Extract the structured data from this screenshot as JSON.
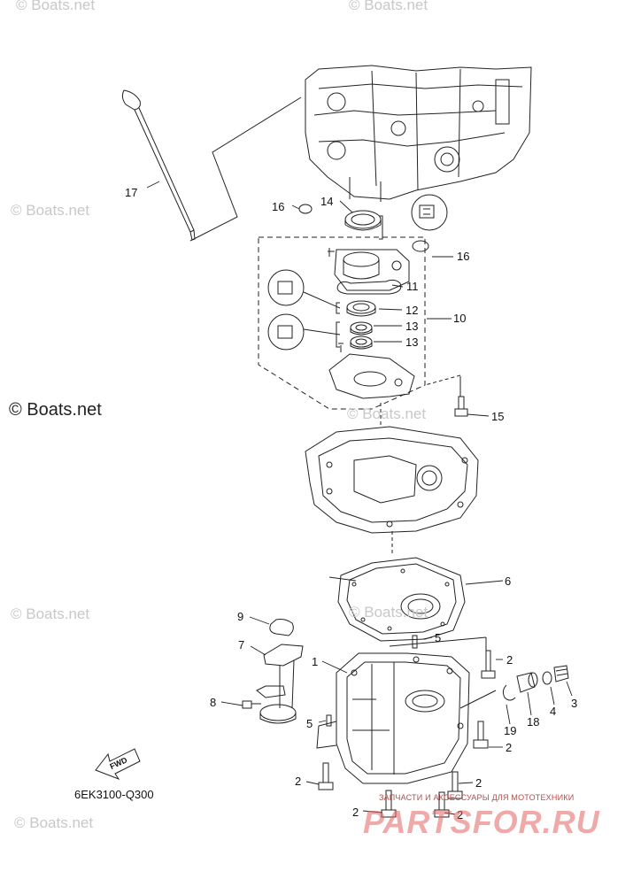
{
  "watermarks": {
    "top": "© Boats.net",
    "upper_mid": "© Boats.net",
    "left_strong": "© Boats.net",
    "mid_right": "© Boats.net",
    "lower_left": "© Boats.net",
    "lower_mid": "© Boats.net",
    "bottom_left": "© Boats.net",
    "bottom_mid": "© Boats.net"
  },
  "fwd_badge": "FWD",
  "diagram_code": "6EK3100-Q300",
  "store": {
    "tagline": "ЗАПЧАСТИ И АКСЕССУАРЫ ДЛЯ МОТОТЕХНИКИ",
    "brand": "PARTSFOR.RU"
  },
  "callouts": {
    "c1": "1",
    "c2a": "2",
    "c2b": "2",
    "c2c": "2",
    "c2d": "2",
    "c2e": "2",
    "c3": "3",
    "c4": "4",
    "c5a": "5",
    "c5b": "5",
    "c6": "6",
    "c7": "7",
    "c8": "8",
    "c9": "9",
    "c10": "10",
    "c11": "11",
    "c12": "12",
    "c13a": "13",
    "c13b": "13",
    "c14": "14",
    "c15": "15",
    "c16a": "16",
    "c16b": "16",
    "c17": "17",
    "c18": "18",
    "c19": "19"
  },
  "colors": {
    "line": "#222222",
    "watermark": "#c8c8c8",
    "store": "#e46464"
  }
}
